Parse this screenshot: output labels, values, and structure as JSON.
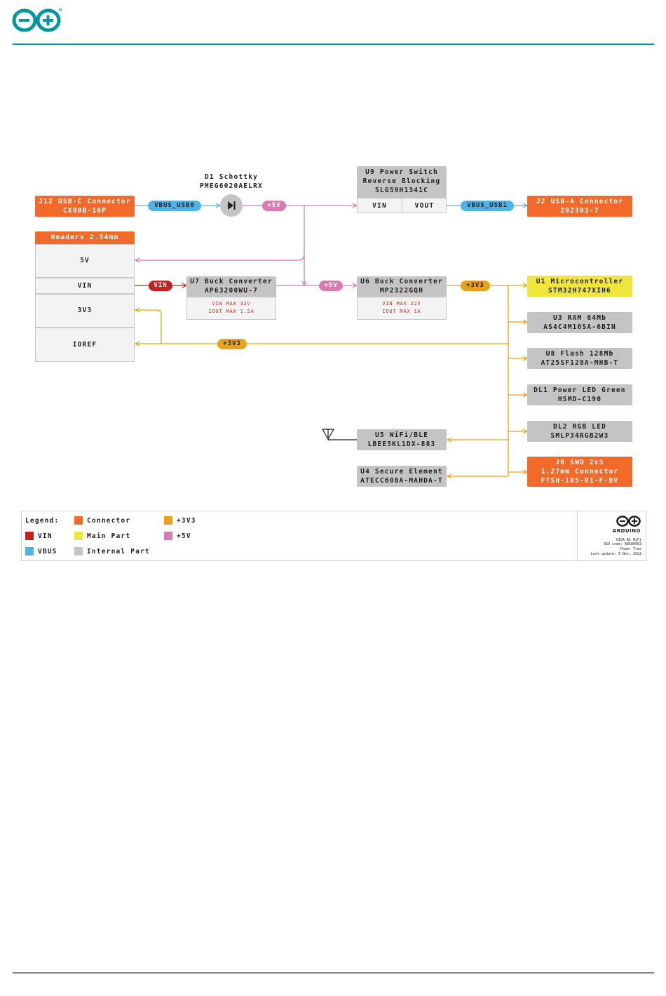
{
  "colors": {
    "teal": "#00979c",
    "connector": "#f26a2a",
    "main_part": "#f0e53d",
    "internal_part": "#c4c4c4",
    "vin": "#c8201e",
    "vbus": "#4fb3e6",
    "v3v3": "#e8a217",
    "v5": "#d77bb0"
  },
  "d1": {
    "line1": "D1 Schottky",
    "line2": "PMEG6020AELRX"
  },
  "j12": {
    "line1": "J12 USB-C Connector",
    "line2": "CX90B-16P"
  },
  "u9": {
    "line1": "U9 Power Switch",
    "line2": "Reverse Blocking",
    "line3": "SLG59H1341C",
    "pin_in": "VIN",
    "pin_out": "VOUT"
  },
  "j2": {
    "line1": "J2 USB-A Connector",
    "line2": "292303-7"
  },
  "headers": {
    "title": "Headers 2.54mm",
    "pins": [
      "5V",
      "VIN",
      "3V3",
      "IOREF"
    ]
  },
  "u7": {
    "line1": "U7 Buck Converter",
    "line2": "AP63200WU-7",
    "spec1": "VIN MAX 32V",
    "spec2": "IOUT MAX 1.5A"
  },
  "u6": {
    "line1": "U6 Buck Converter",
    "line2": "MP2322GQH",
    "spec1": "VIN MAX 22V",
    "spec2": "IOUT MAX 1A"
  },
  "u1": {
    "line1": "U1 Microcontroller",
    "line2": "STM32H747XIH6"
  },
  "u3": {
    "line1": "U3 RAM 64Mb",
    "line2": "AS4C4M16SA-6BIN"
  },
  "u8": {
    "line1": "U8 Flash 128Mb",
    "line2": "AT25SF128A-MHB-T"
  },
  "dl1": {
    "line1": "DL1 Power LED Green",
    "line2": "HSMD-C190"
  },
  "dl2": {
    "line1": "DL2 RGB LED",
    "line2": "SMLP34RGB2W3"
  },
  "j8": {
    "line1": "J8 SWD 2x5",
    "line2": "1.27mm Connector",
    "line3": "FTSH-105-01-F-DV"
  },
  "u5": {
    "line1": "U5 WiFi/BLE",
    "line2": "LBEE5KL1DX-883"
  },
  "u4": {
    "line1": "U4 Secure Element",
    "line2": "ATECC608A-MAHDA-T"
  },
  "nets": {
    "vbus_usb0": "VBUS_USB0",
    "vbus_usb1": "VBUS_USB1",
    "v5": "+5V",
    "v3v3": "+3V3",
    "vin": "VIN"
  },
  "legend": {
    "title": "Legend:",
    "connector": "Connector",
    "main_part": "Main Part",
    "internal_part": "Internal Part",
    "vin": "VIN",
    "vbus": "VBUS",
    "v3v3": "+3V3",
    "v5": "+5V"
  },
  "titleblock": {
    "brand": "ARDUINO",
    "product": "GIGA R1 WiFi",
    "sku": "SKU code: ABX00063",
    "doc": "Power Tree",
    "update": "Last update: 3 Nov, 2022"
  }
}
